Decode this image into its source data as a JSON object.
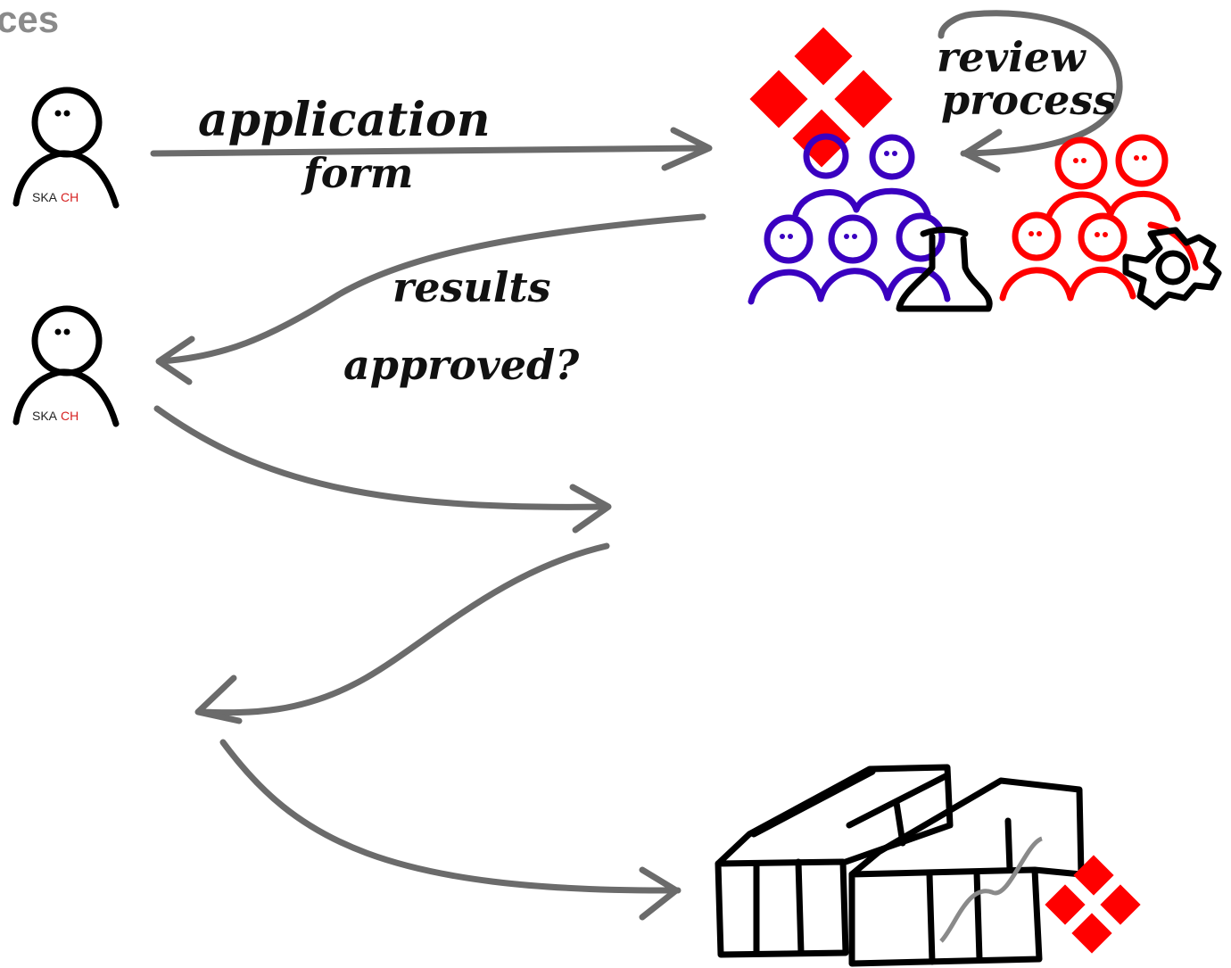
{
  "header": {
    "title_fragment": "ces"
  },
  "labels": {
    "application_form_line1": "application",
    "application_form_line2": "form",
    "review_line1": "review",
    "review_line2": "process",
    "results_line1": "results",
    "results_line2": "approved?"
  },
  "logo": {
    "part1": "SKA",
    "part2": "CH"
  },
  "colors": {
    "arrow": "#6b6b6b",
    "team_a": "#3a00c0",
    "team_b": "#ff0000",
    "ink": "#000000",
    "title": "#8a8a8a"
  },
  "icons": [
    "user-icon",
    "flask-icon",
    "gear-icon",
    "diamond-logo-icon",
    "container-boxes-icon"
  ]
}
